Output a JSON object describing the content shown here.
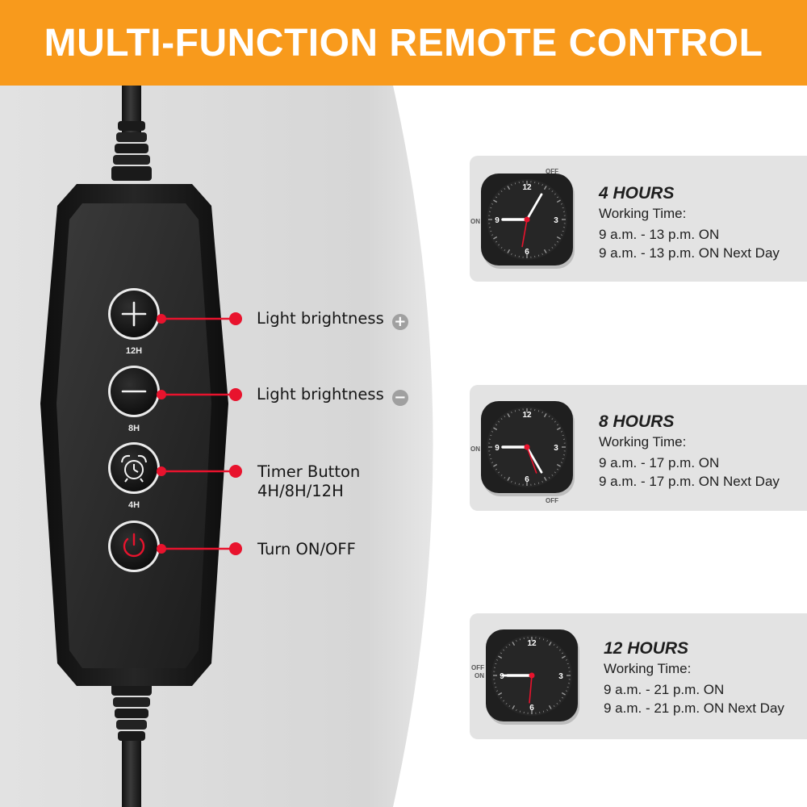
{
  "header": {
    "title": "MULTI-FUNCTION REMOTE CONTROL"
  },
  "colors": {
    "banner": "#f89a1c",
    "callout": "#e8132d",
    "panel": "#e3e3e3",
    "power": "#e8132d"
  },
  "remote": {
    "buttons": [
      {
        "icon": "plus-icon",
        "badge": "12H"
      },
      {
        "icon": "minus-icon",
        "badge": "8H"
      },
      {
        "icon": "alarm-clock-icon",
        "badge": "4H"
      },
      {
        "icon": "power-icon",
        "badge": ""
      }
    ],
    "labels": [
      {
        "text": "Light brightness",
        "symbol": "+"
      },
      {
        "text": "Light brightness",
        "symbol": "−"
      },
      {
        "line1": "Timer Button",
        "line2": "4H/8H/12H"
      },
      {
        "text": "Turn ON/OFF"
      }
    ]
  },
  "timers": [
    {
      "title": "4 HOURS",
      "subtitle": "Working Time:",
      "line1": "9 a.m. - 13 p.m. ON",
      "line2": "9 a.m. - 13 p.m. ON Next Day",
      "marker_on": "ON",
      "marker_off": "OFF",
      "numerals": [
        "12",
        "3",
        "6",
        "9"
      ],
      "on_hour": 9,
      "off_hour": 1
    },
    {
      "title": "8 HOURS",
      "subtitle": "Working Time:",
      "line1": "9 a.m. - 17 p.m. ON",
      "line2": "9 a.m. - 17 p.m. ON Next Day",
      "marker_on": "ON",
      "marker_off": "OFF",
      "numerals": [
        "12",
        "3",
        "6",
        "9"
      ],
      "on_hour": 9,
      "off_hour": 5
    },
    {
      "title": "12 HOURS",
      "subtitle": "Working Time:",
      "line1": "9 a.m. - 21 p.m. ON",
      "line2": "9 a.m. - 21 p.m. ON Next Day",
      "marker_on": "ON",
      "marker_off": "OFF",
      "numerals": [
        "12",
        "3",
        "6",
        "9"
      ],
      "on_hour": 9,
      "off_hour": 9
    }
  ]
}
